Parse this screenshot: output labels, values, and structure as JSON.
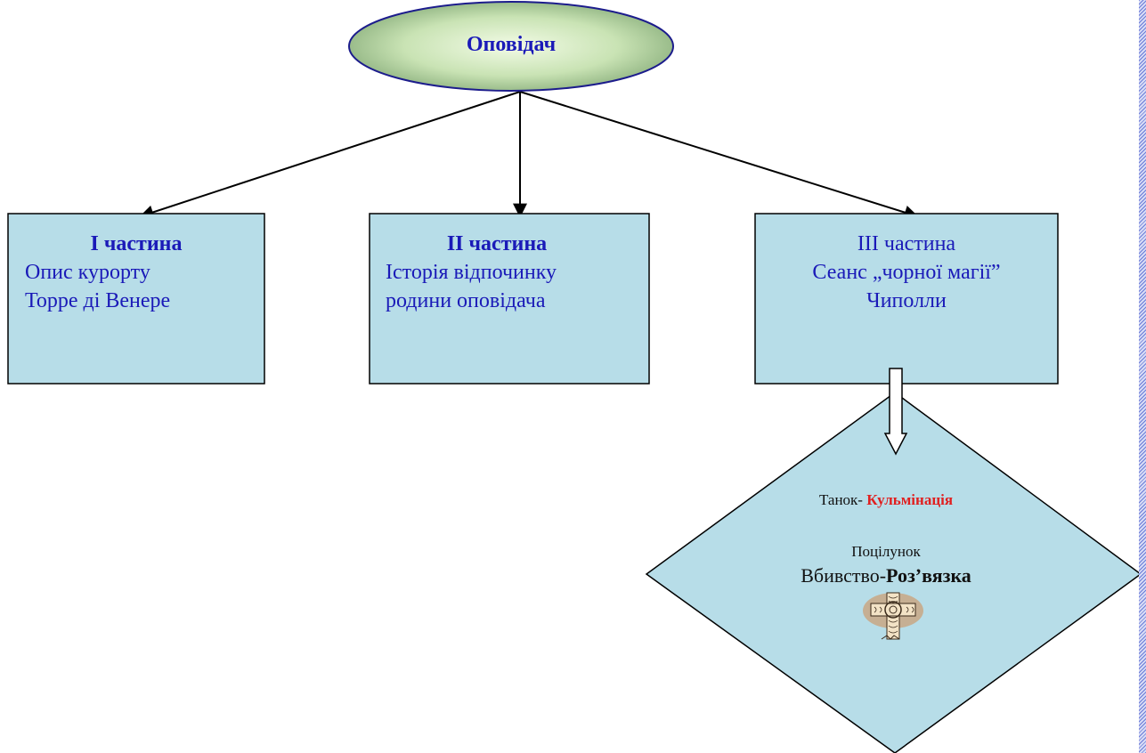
{
  "diagram": {
    "root": {
      "label": "Оповідач"
    },
    "parts": [
      {
        "title": "І частина",
        "lines": [
          "Опис курорту",
          "Торре ді Венере"
        ]
      },
      {
        "title": "ІІ частина",
        "lines": [
          "Історія відпочинку",
          "родини оповідача"
        ]
      },
      {
        "title": "ІІІ частина",
        "lines": [
          "Сеанс „чорної магії”",
          "Чиполли"
        ]
      }
    ],
    "climax": {
      "line1_prefix": "Танок- ",
      "line1_highlight": "Кульмінація",
      "line2": "Поцілунок",
      "line3_prefix": "Вбивство-",
      "line3_bold": "Роз’вязка",
      "icon": "celtic-cross-icon"
    }
  },
  "colors": {
    "box_fill": "#b7dde8",
    "text_blue": "#1a1ab8",
    "highlight_red": "#e02020",
    "ellipse_center": "#f2fbe6",
    "ellipse_edge": "#7ea572",
    "ellipse_stroke": "#1c1c8c"
  }
}
